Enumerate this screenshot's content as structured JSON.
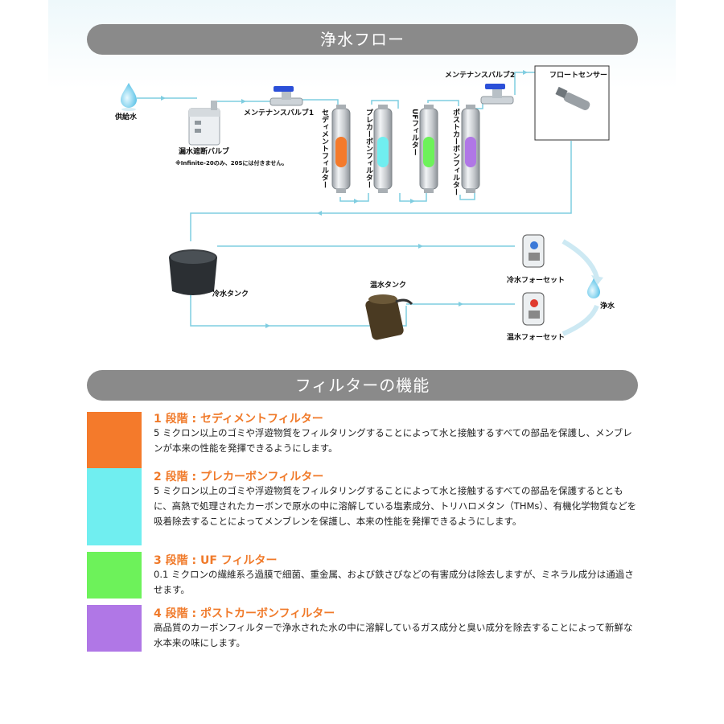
{
  "headers": {
    "flow": "浄水フロー",
    "function": "フィルターの機能"
  },
  "diagram": {
    "supply_water": "供給水",
    "leak_valve": "漏水遮断バルブ",
    "leak_valve_note": "※Infinite-20のみ、20Sには付きません。",
    "valve1": "メンテナンスバルブ1",
    "valve2": "メンテナンスバルブ2",
    "float_sensor": "フロートセンサー",
    "filter1": "セディメントフィルター",
    "filter2": "プレカーボンフィルター",
    "filter3": "UFフィルター",
    "filter4": "ポストカーボンフィルター",
    "cold_tank": "冷水タンク",
    "hot_tank": "温水タンク",
    "cold_faucet": "冷水フォーセット",
    "hot_faucet": "温水フォーセット",
    "clean_water": "浄水"
  },
  "colors": {
    "stage1": "#f47a2b",
    "stage2": "#70eef0",
    "stage3": "#6df25a",
    "stage4": "#b077e6",
    "title_text": "#f07a2a",
    "pipe": "#7fcde0"
  },
  "stages": [
    {
      "title": "1 段階 : セディメントフィルター",
      "desc": "5 ミクロン以上のゴミや浮遊物質をフィルタリングすることによって水と接触するすべての部品を保護し、メンブレンが本来の性能を発揮できるようにします。"
    },
    {
      "title": "2 段階 : プレカーボンフィルター",
      "desc": "5 ミクロン以上のゴミや浮遊物質をフィルタリングすることによって水と接触するすべての部品を保護するとともに、高熱で処理されたカーボンで原水の中に溶解している塩素成分、トリハロメタン（THMs）、有機化学物質などを吸着除去することによってメンブレンを保護し、本来の性能を発揮できるようにします。"
    },
    {
      "title": "3 段階 : UF フィルター",
      "desc": "0.1 ミクロンの繊維系ろ過膜で細菌、重金属、および鉄さびなどの有害成分は除去しますが、ミネラル成分は通過させます。"
    },
    {
      "title": "4 段階 : ポストカーボンフィルター",
      "desc": "高品質のカーボンフィルターで浄水された水の中に溶解しているガス成分と臭い成分を除去することによって新鮮な水本来の味にします。"
    }
  ]
}
